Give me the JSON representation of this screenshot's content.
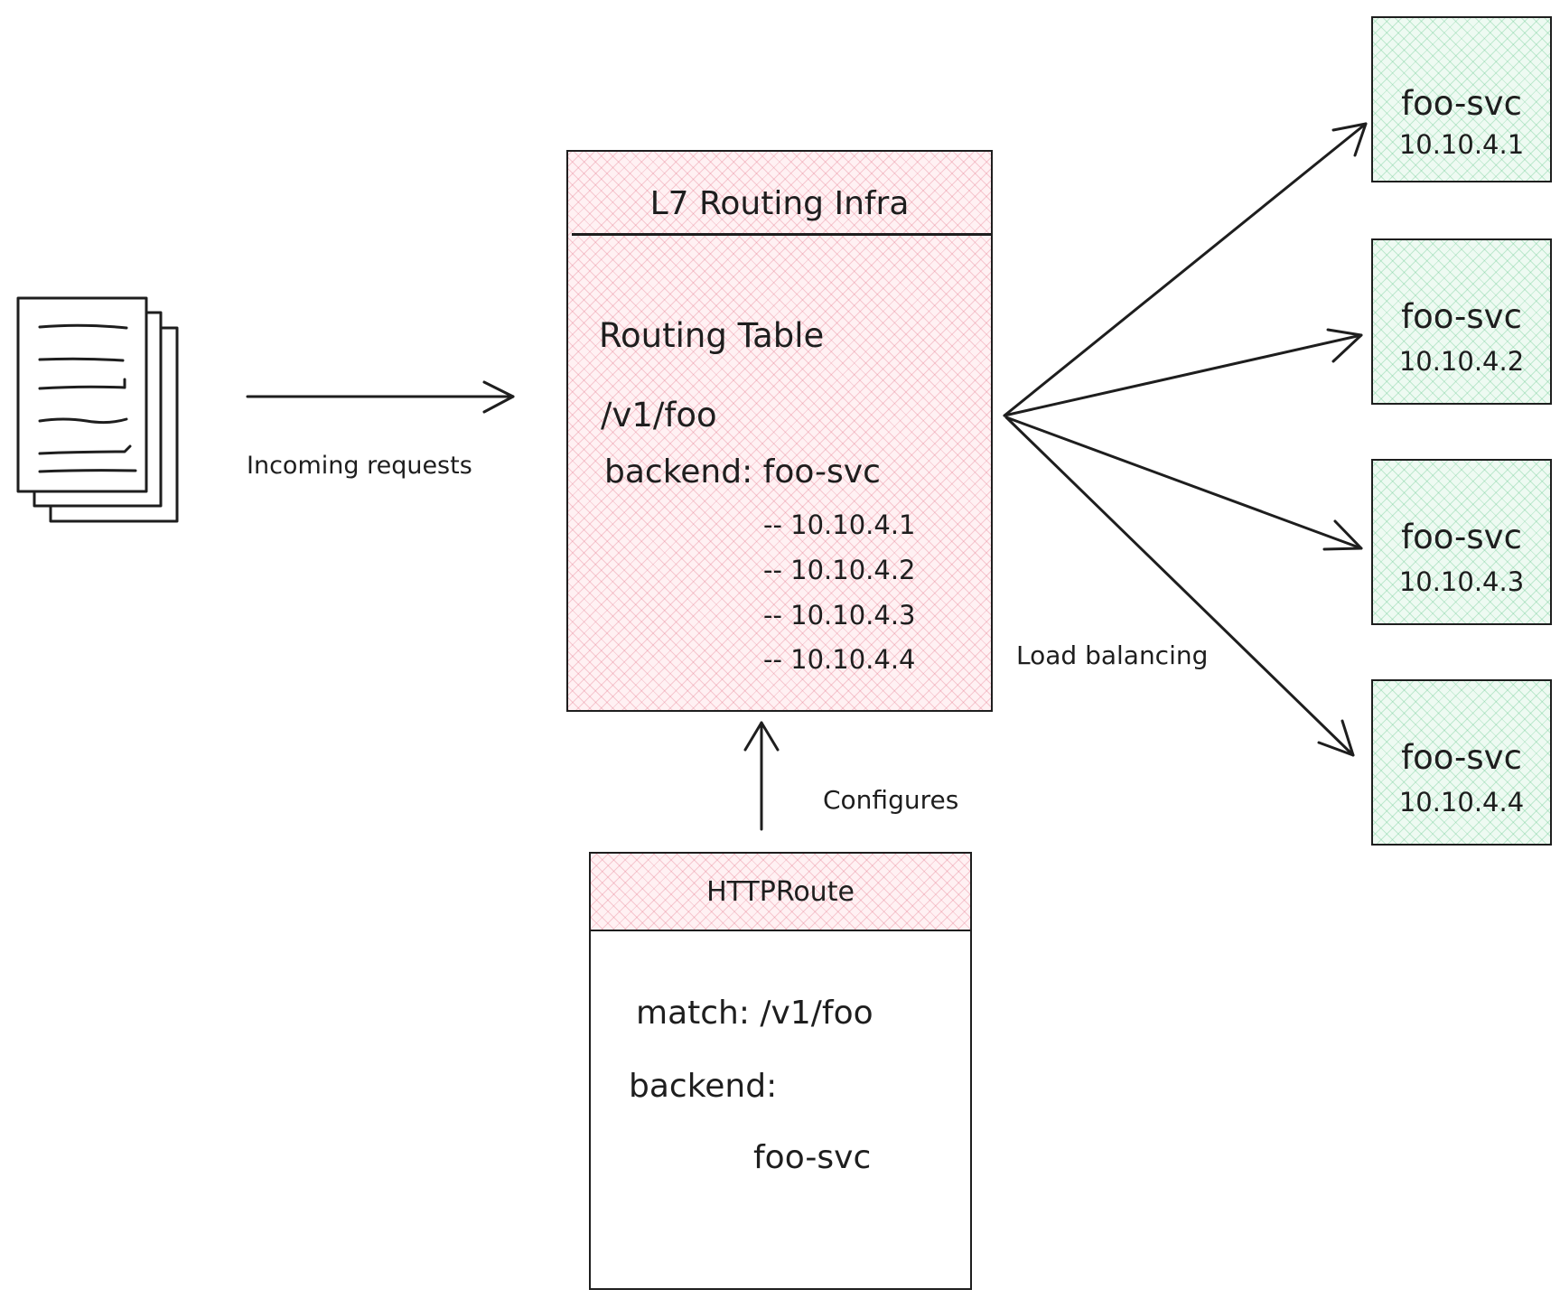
{
  "labels": {
    "incoming": "Incoming requests",
    "load_balancing": "Load balancing",
    "configures": "Configures"
  },
  "routing_infra": {
    "title": "L7 Routing Infra",
    "table_title": "Routing Table",
    "path": "/v1/foo",
    "backend": "backend: foo-svc",
    "endpoints": [
      "-- 10.10.4.1",
      "-- 10.10.4.2",
      "-- 10.10.4.3",
      "-- 10.10.4.4"
    ]
  },
  "httproute": {
    "title": "HTTPRoute",
    "match": "match: /v1/foo",
    "backend_label": "backend:",
    "backend_value": "foo-svc"
  },
  "services": [
    {
      "name": "foo-svc",
      "ip": "10.10.4.1"
    },
    {
      "name": "foo-svc",
      "ip": "10.10.4.2"
    },
    {
      "name": "foo-svc",
      "ip": "10.10.4.3"
    },
    {
      "name": "foo-svc",
      "ip": "10.10.4.4"
    }
  ],
  "colors": {
    "stroke": "#1e1e1e",
    "routing_fill": "#ffc9c9",
    "service_fill": "#b2f2bb"
  },
  "icons": {
    "requests": "document-stack-icon"
  }
}
